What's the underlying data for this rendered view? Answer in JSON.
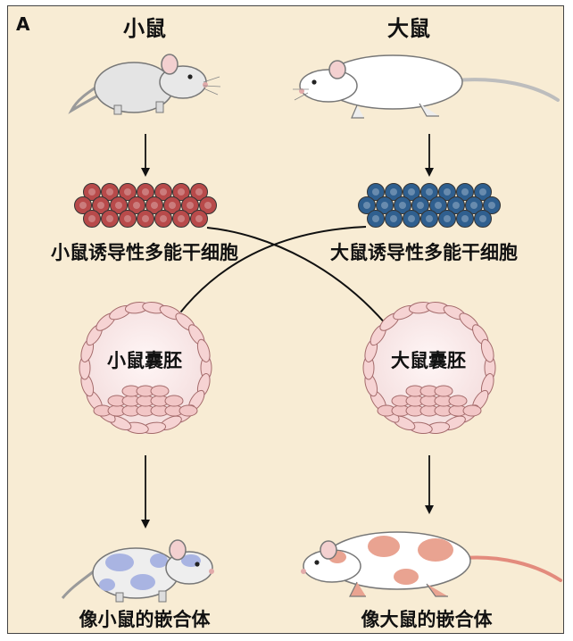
{
  "panel": "A",
  "columns": {
    "left": {
      "species": "小鼠",
      "ipsc": "小鼠诱导性多能干细胞",
      "blastocyst": "小鼠囊胚",
      "chimera": "像小鼠的嵌合体"
    },
    "right": {
      "species": "大鼠",
      "ipsc": "大鼠诱导性多能干细胞",
      "blastocyst": "大鼠囊胚",
      "chimera": "像大鼠的嵌合体"
    }
  },
  "colors": {
    "background": "#f8ecd4",
    "mouse_cells": "#b84a4a",
    "rat_cells": "#2f5f8f",
    "blastocyst_cells": "#f6d3d3",
    "mouse_chimera_patches": "#a9b4e2",
    "rat_chimera_patches": "#e9a391"
  }
}
